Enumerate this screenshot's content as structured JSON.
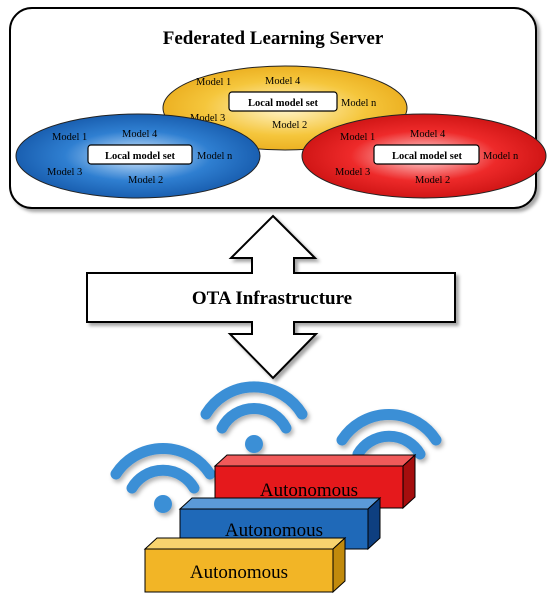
{
  "server": {
    "title": "Federated Learning Server",
    "clusters": [
      {
        "color": "#f2b72a",
        "set_label": "Local model set",
        "models": [
          "Model 1",
          "Model 4",
          "Model n",
          "Model 3",
          "Model 2"
        ]
      },
      {
        "color": "#1f67b8",
        "set_label": "Local model set",
        "models": [
          "Model 1",
          "Model 4",
          "Model n",
          "Model 3",
          "Model 2"
        ]
      },
      {
        "color": "#e21d1d",
        "set_label": "Local model set",
        "models": [
          "Model 1",
          "Model 4",
          "Model n",
          "Model 3",
          "Model 2"
        ]
      }
    ]
  },
  "infrastructure": {
    "label": "OTA Infrastructure"
  },
  "vehicles": [
    {
      "label": "Autonomous",
      "color": "#e5191c"
    },
    {
      "label": "Autonomous",
      "color": "#1f69b8"
    },
    {
      "label": "Autonomous",
      "color": "#f2b526"
    }
  ],
  "wifi_color": "#3b8fd6"
}
